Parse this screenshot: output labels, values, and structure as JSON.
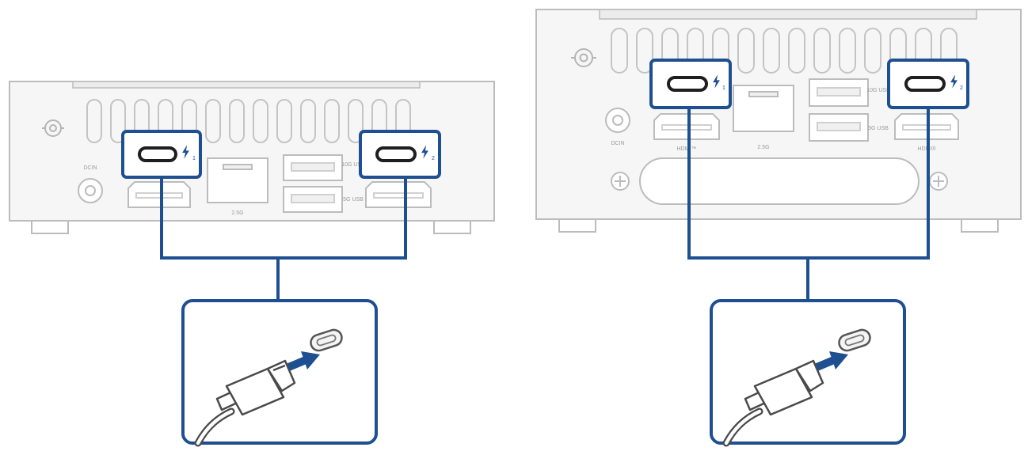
{
  "colors": {
    "highlight": "#1e4f91",
    "device_stroke": "#bcbcbc",
    "device_fill": "#f6f6f6",
    "label_gray": "#9a9a9a",
    "background": "#ffffff"
  },
  "left_unit": {
    "port_labels": {
      "usb_top": "10G USB",
      "usb_bottom": "5G USB",
      "ethernet": "2.5G",
      "dc": "DCIN",
      "tb_index_1": "1",
      "tb_index_2": "2"
    }
  },
  "right_unit": {
    "port_labels": {
      "usb_top": "10G USB",
      "usb_bottom": "5G USB",
      "ethernet": "2.5G",
      "dc": "DCIN",
      "hdmi_1": "HDMI™",
      "hdmi_2": "HDMI®",
      "tb_index_1": "1",
      "tb_index_2": "2"
    }
  },
  "icons": {
    "thunderbolt": "thunderbolt-icon",
    "usb_c": "usb-c-port-icon",
    "plug": "usb-c-plug-icon",
    "arrow": "insert-arrow-icon",
    "lock": "kensington-lock-icon"
  }
}
